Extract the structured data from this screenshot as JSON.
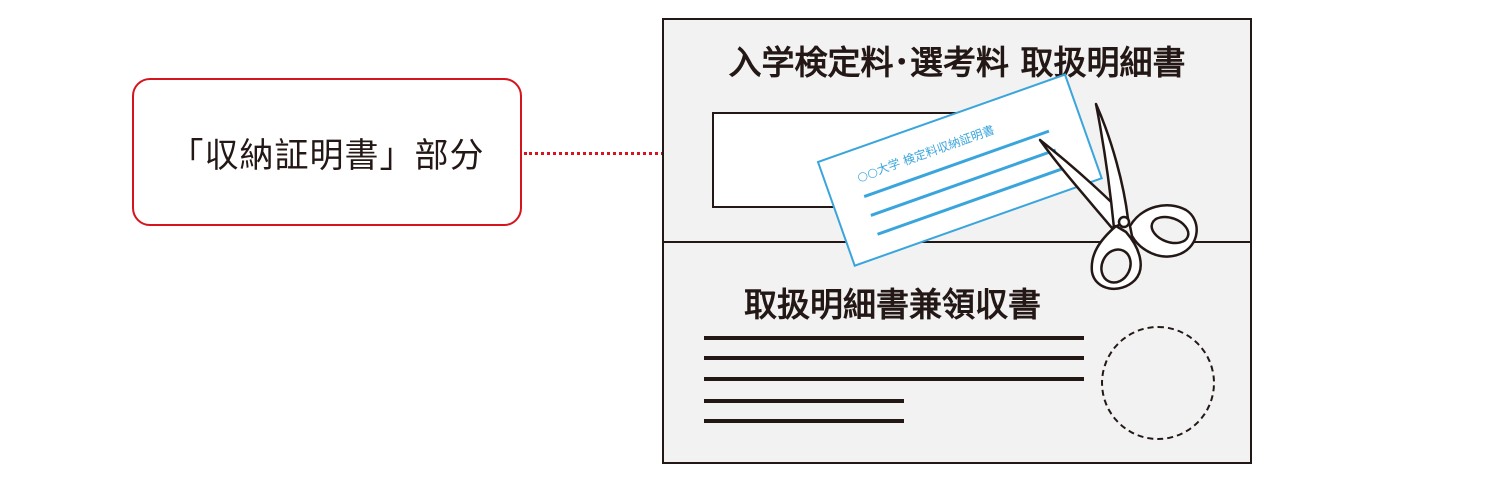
{
  "callout": {
    "label": "「収納証明書」部分",
    "accent_color": "#d7141e"
  },
  "document": {
    "title": "入学検定料･選考料 取扱明細書",
    "receipt_title": "取扱明細書兼領収書"
  },
  "certificate": {
    "label": "○○大学 検定料収納証明書",
    "color": "#3aa5dc"
  },
  "icons": {
    "scissors": "scissors-icon",
    "stamp": "stamp-circle"
  }
}
